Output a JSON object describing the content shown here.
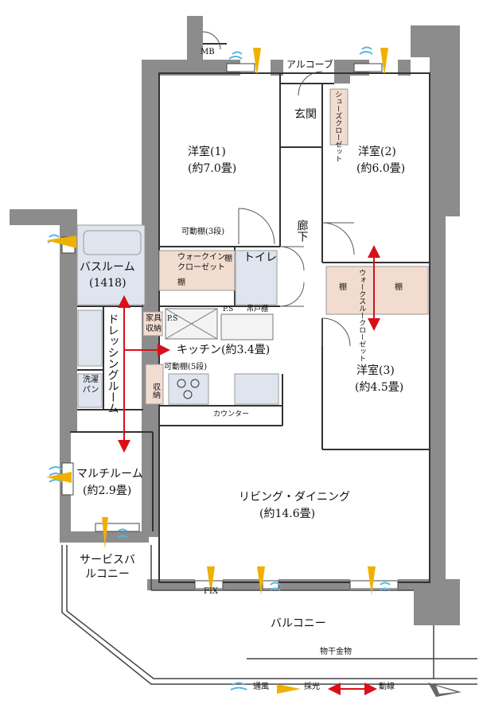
{
  "rooms": {
    "mb": "MB",
    "alcove": "アルコーブ",
    "entrance": "玄関",
    "shoe_closet": "シューズクローゼット",
    "western1_name": "洋室(1)",
    "western1_size": "(約7.0畳)",
    "western2_name": "洋室(2)",
    "western2_size": "(約6.0畳)",
    "hallway": "廊下",
    "adjustable_shelf_3": "可動棚(3段)",
    "walk_in_closet": "ウォークインクローゼット",
    "shelf_a": "棚",
    "shelf_b": "棚",
    "toilet": "トイレ",
    "hanging_cupboard": "吊戸棚",
    "ps1": "P.S",
    "ps2": "P.S",
    "bathroom_name": "バスルーム",
    "bathroom_size": "(1418)",
    "furniture_storage": "家具収納",
    "dressing_room": "ドレッシングルーム",
    "kitchen": "キッチン(約3.4畳)",
    "adjustable_shelf_5": "可動棚(5段)",
    "storage": "収納",
    "washing_pan": "洗濯パン",
    "counter": "カウンター",
    "walk_through_closet": "ウォークスルークローゼット",
    "shelf_c": "棚",
    "shelf_d": "棚",
    "western3_name": "洋室(3)",
    "western3_size": "(約4.5畳)",
    "multi_room_name": "マルチルーム",
    "multi_room_size": "(約2.9畳)",
    "living_name": "リビング・ダイニング",
    "living_size": "(約14.6畳)",
    "service_balcony": "サービスバルコニー",
    "fix": "FIX",
    "balcony": "バルコニー",
    "laundry_hardware": "物干金物"
  },
  "legend": {
    "wind": "通風",
    "light": "採光",
    "flow": "動線"
  },
  "colors": {
    "wall": "#8c8c8c",
    "closet": "#f2dcd0",
    "wet_area": "#dfe5ef",
    "wind": "#59b4e2",
    "light": "#f0b000",
    "flow": "#d9101a"
  }
}
